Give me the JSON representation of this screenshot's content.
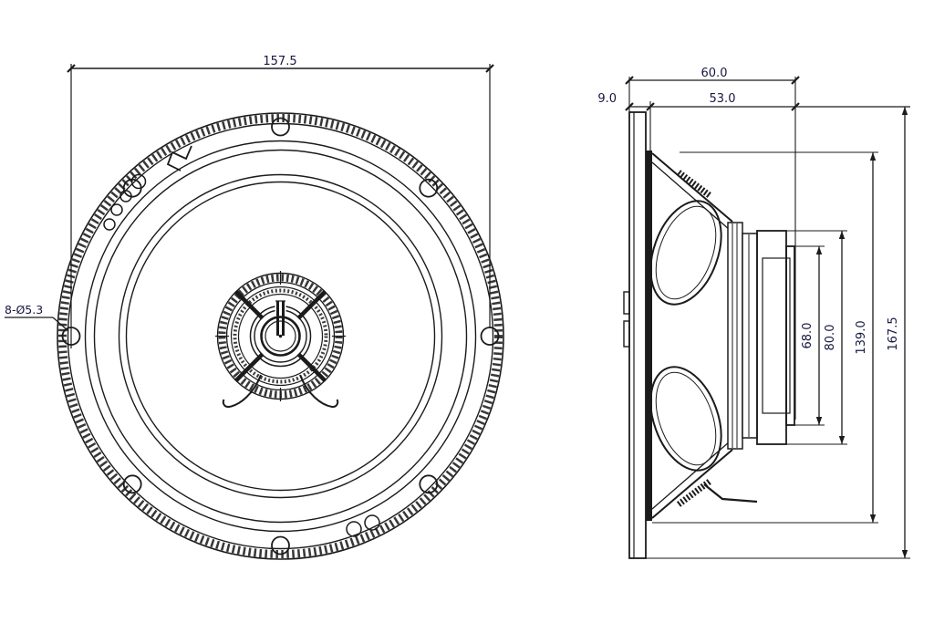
{
  "page": {
    "background": "#ffffff",
    "description": "Speaker technical drawing, front view and side view with dimensions"
  },
  "drawing": {
    "line_color": "#1b1b1b",
    "dim_text_color": "#17173f",
    "front_view": {
      "overall_width_label": "157.5",
      "holes_callout_label": "8-Ø5.3"
    },
    "side_view": {
      "depth_label": "60.0",
      "mounting_depth_label": "53.0",
      "flange_thickness_label": "9.0",
      "rear_plate_dia_label": "68.0",
      "magnet_dia_label": "80.0",
      "basket_dia_label": "139.0",
      "overall_dia_label": "167.5"
    }
  }
}
